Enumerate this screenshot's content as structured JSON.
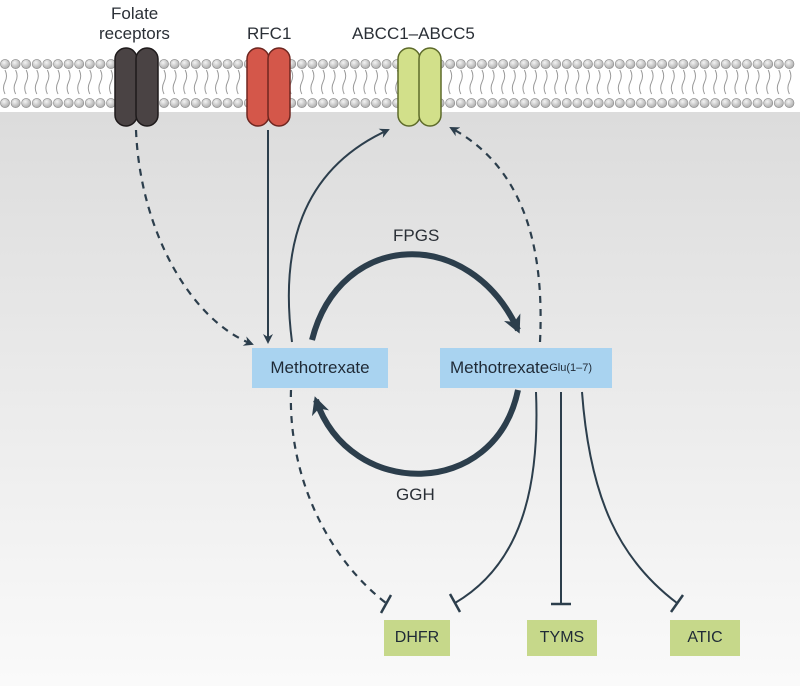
{
  "labels": {
    "folate_receptors_line1": "Folate",
    "folate_receptors_line2": "receptors",
    "rfc1": "RFC1",
    "abcc": "ABCC1–ABCC5",
    "fpgs": "FPGS",
    "ggh": "GGH"
  },
  "nodes": {
    "methotrexate": "Methotrexate",
    "methotrexate_glu": "Methotrexate",
    "methotrexate_glu_sub": "Glu(1–7)"
  },
  "targets": {
    "dhfr": "DHFR",
    "tyms": "TYMS",
    "atic": "ATIC"
  },
  "colors": {
    "folate_receptor": "#4a4344",
    "rfc1": "#d4574a",
    "abcc": "#d2e08a",
    "node_box": "#a9d3f0",
    "target_box": "#c6d88a",
    "arrow": "#2c3e4c"
  }
}
